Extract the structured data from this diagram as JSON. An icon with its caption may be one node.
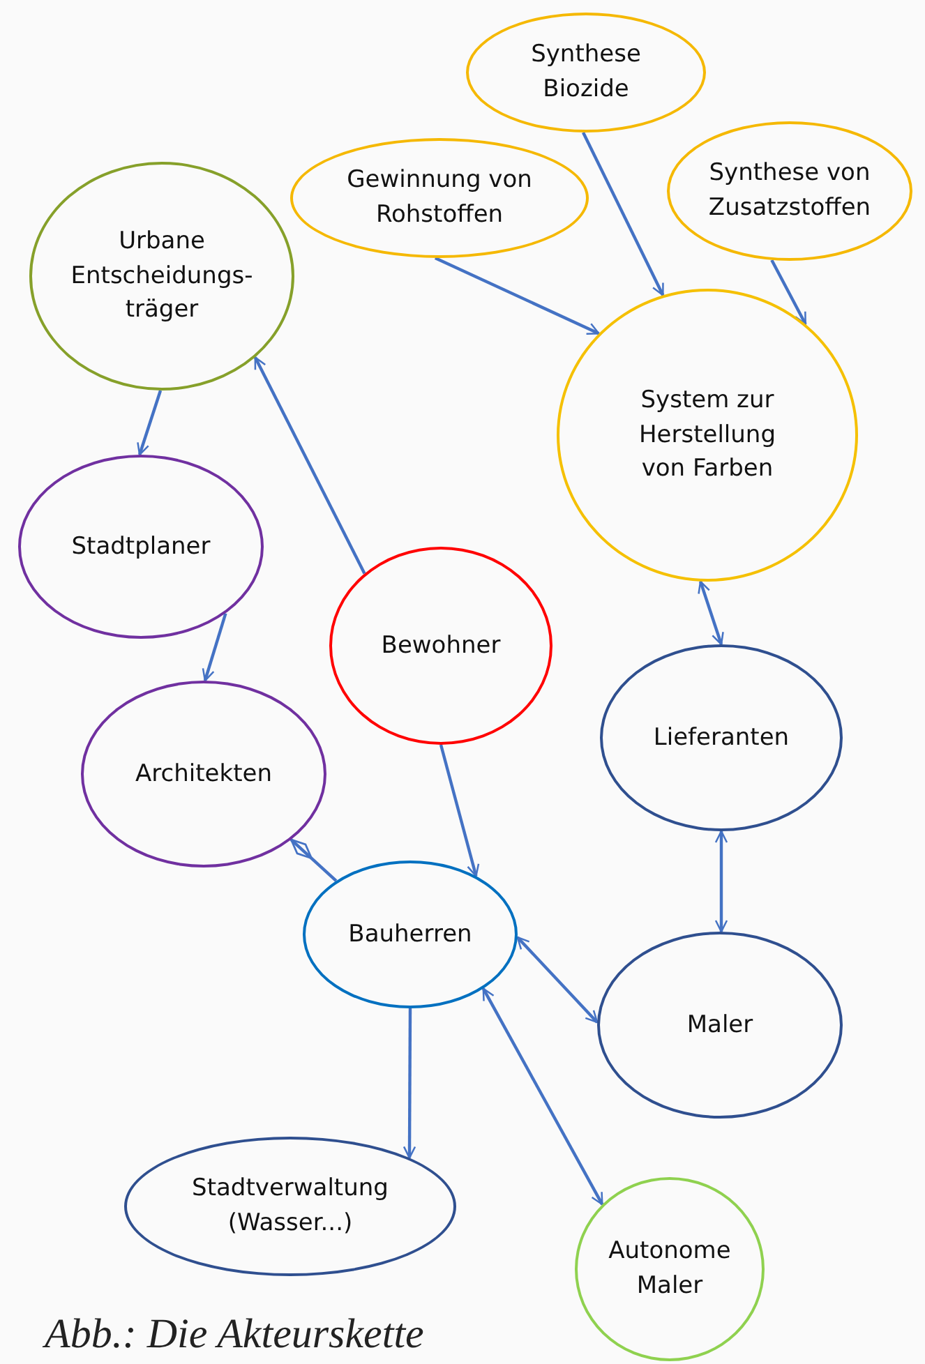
{
  "diagram": {
    "caption": "Abb.: Die Akteurskette",
    "nodes": [
      {
        "text": [
          "Synthese Biozide"
        ]
      },
      {
        "text": [
          "Gewinnung von Rohstoffen"
        ]
      },
      {
        "text": [
          "Synthese von Zusatzstoffen"
        ]
      },
      {
        "text": [
          "Urbane Entscheidungs- träger"
        ]
      },
      {
        "text": [
          "System zur Herstellung von Farben"
        ]
      },
      {
        "text": [
          "Stadtplaner"
        ]
      },
      {
        "text": [
          "Bewohner"
        ]
      },
      {
        "text": [
          "Lieferanten"
        ]
      },
      {
        "text": [
          "Architekten"
        ]
      },
      {
        "text": [
          "Bauherren"
        ]
      },
      {
        "text": [
          "Maler"
        ]
      },
      {
        "text": [
          "Stadtverwaltung (Wasser...)"
        ]
      },
      {
        "text": [
          "Autonome Maler"
        ]
      }
    ],
    "edges": [
      {
        "from": 0,
        "to": 4,
        "arrow": "to"
      },
      {
        "from": 1,
        "to": 4,
        "arrow": "to"
      },
      {
        "from": 2,
        "to": 4,
        "arrow": "to"
      },
      {
        "from": 3,
        "to": 5,
        "arrow": "to"
      },
      {
        "from": 6,
        "to": 3,
        "arrow": "to"
      },
      {
        "from": 5,
        "to": 8,
        "arrow": "to"
      },
      {
        "from": 4,
        "to": 7,
        "arrow": "both"
      },
      {
        "from": 6,
        "to": 9,
        "arrow": "to"
      },
      {
        "from": 8,
        "to": 9,
        "arrow": "other"
      },
      {
        "from": 7,
        "to": 10,
        "arrow": "both"
      },
      {
        "from": 9,
        "to": 10,
        "arrow": "both"
      },
      {
        "from": 9,
        "to": 11,
        "arrow": "to"
      },
      {
        "from": 9,
        "to": 12,
        "arrow": "both"
      }
    ]
  }
}
